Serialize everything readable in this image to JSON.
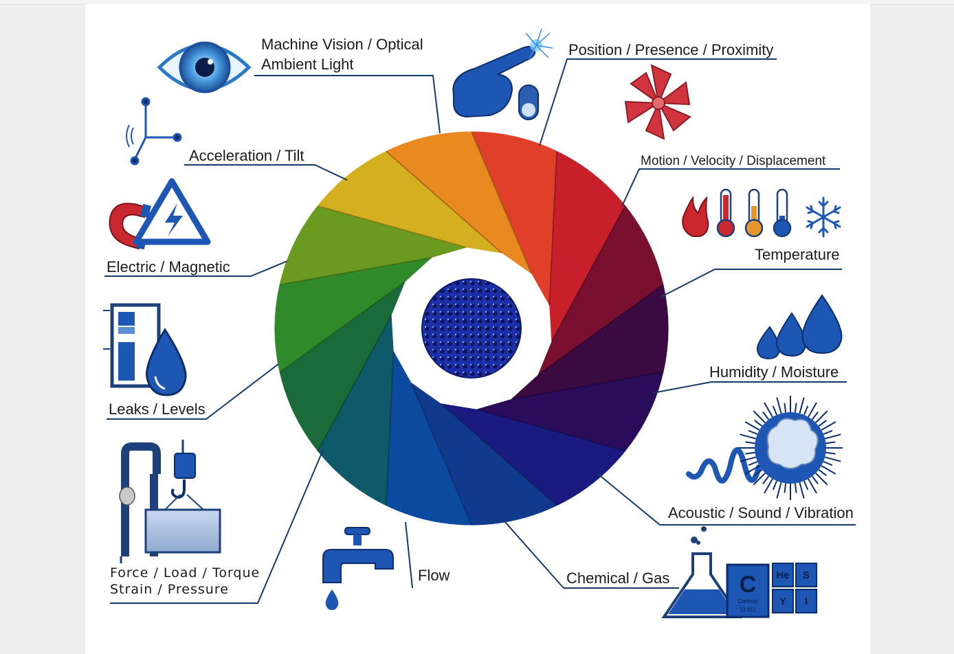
{
  "top_strip_text": "",
  "labels": {
    "machine_vision_line1": "Machine Vision / Optical",
    "machine_vision_line2": "Ambient Light",
    "position": "Position / Presence / Proximity",
    "motion": "Motion / Velocity / Displacement",
    "acceleration": "Acceleration / Tilt",
    "electric": "Electric / Magnetic",
    "temperature": "Temperature",
    "humidity": "Humidity / Moisture",
    "leaks": "Leaks / Levels",
    "acoustic": "Acoustic / Sound / Vibration",
    "force_line1": "Force / Load / Torque",
    "force_line2": "Strain / Pressure",
    "flow": "Flow",
    "chemical": "Chemical / Gas"
  },
  "periodic_tiles": {
    "carbon_symbol": "C",
    "carbon_name": "Carbon",
    "carbon_mass": "12.011",
    "tile_he": "He",
    "tile_s": "S",
    "tile_y": "Y",
    "tile_i": "I"
  },
  "icons": [
    "eye-icon",
    "pointing-hand-icon",
    "toggle-switch-icon",
    "propeller-icon",
    "axes-icon",
    "magnet-icon",
    "high-voltage-icon",
    "flame-icon",
    "thermometer-icon",
    "snowflake-icon",
    "tank-icon",
    "water-drop-icon",
    "humidity-drops-icon",
    "sound-wave-icon",
    "explosion-icon",
    "clamp-icon",
    "crane-hook-icon",
    "faucet-icon",
    "flask-icon",
    "periodic-table-icon"
  ],
  "wheel_colors": [
    "#e0402a",
    "#c8202a",
    "#7a1030",
    "#3a0a40",
    "#2a0c5a",
    "#1a1a80",
    "#123a8c",
    "#0c4aa0",
    "#0e5a6a",
    "#1a6a3a",
    "#2f8a2a",
    "#6a9a20",
    "#d4b020",
    "#e88a20"
  ],
  "colors": {
    "outline": "#123a6b",
    "icon_blue": "#1d56b3",
    "icon_red": "#c8282e"
  }
}
